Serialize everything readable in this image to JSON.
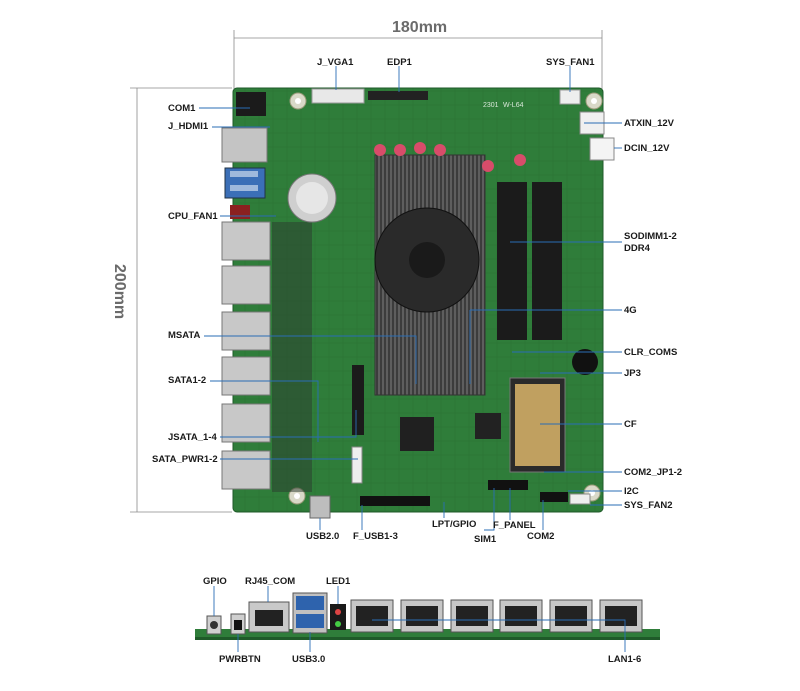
{
  "dimensions": {
    "width": "180mm",
    "height": "200mm"
  },
  "labels": {
    "j_vga1": "J_VGA1",
    "edp1": "EDP1",
    "sys_fan1": "SYS_FAN1",
    "com1": "COM1",
    "j_hdmi1": "J_HDMI1",
    "atxin_12v": "ATXIN_12V",
    "dcin_12v": "DCIN_12V",
    "cpu_fan1": "CPU_FAN1",
    "sodimm": "SODIMM1-2",
    "ddr4": "DDR4",
    "msata": "MSATA",
    "g4": "4G",
    "clr_coms": "CLR_COMS",
    "sata12": "SATA1-2",
    "jp3": "JP3",
    "cf": "CF",
    "jsata": "JSATA_1-4",
    "sata_pwr": "SATA_PWR1-2",
    "com2_jp": "COM2_JP1-2",
    "i2c": "I2C",
    "sys_fan2": "SYS_FAN2",
    "usb20": "USB2.0",
    "f_usb": "F_USB1-3",
    "lpt_gpio": "LPT/GPIO",
    "sim1": "SIM1",
    "f_panel": "F_PANEL",
    "com2": "COM2",
    "gpio": "GPIO",
    "rj45_com": "RJ45_COM",
    "led1": "LED1",
    "pwrbtn": "PWRBTN",
    "usb30": "USB3.0",
    "lan16": "LAN1-6"
  },
  "board": {
    "silk_model": "W-L64",
    "silk_code": "2301"
  },
  "colors": {
    "pcb": "#2f7d3a",
    "pcb_dark": "#1f5a29",
    "leader": "#2a6db5",
    "dim_line": "#8a8a8a",
    "heatsink": "#555555",
    "port_metal": "#b7b7b7"
  }
}
